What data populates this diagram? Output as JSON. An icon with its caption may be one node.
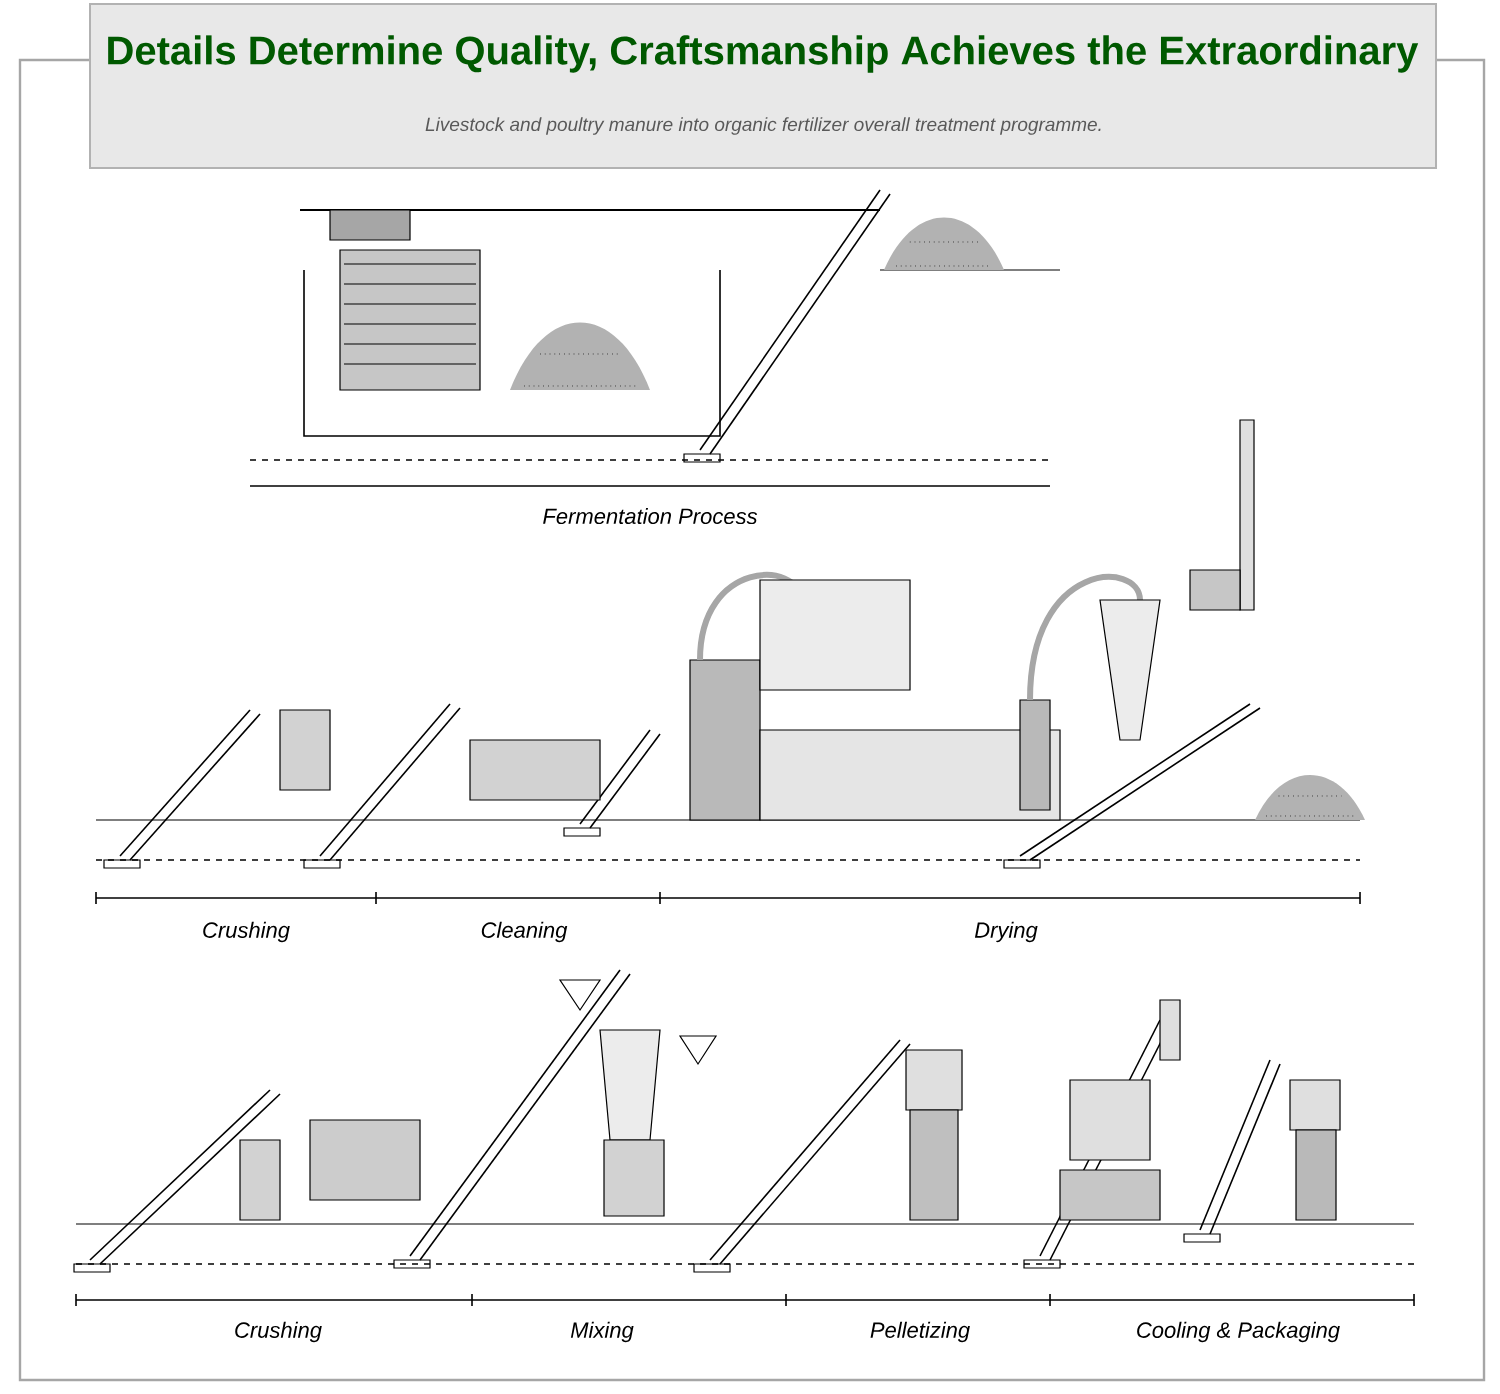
{
  "diagram": {
    "title": "Details Determine Quality, Craftsmanship Achieves the Extraordinary",
    "caption": "Livestock and poultry manure into organic fertilizer overall treatment programme.",
    "labels": [
      "Fermentation Process",
      "Crushing",
      "Cleaning",
      "Drying",
      "Crushing",
      "Mixing",
      "Pelletizing",
      "Cooling & Packaging"
    ]
  }
}
